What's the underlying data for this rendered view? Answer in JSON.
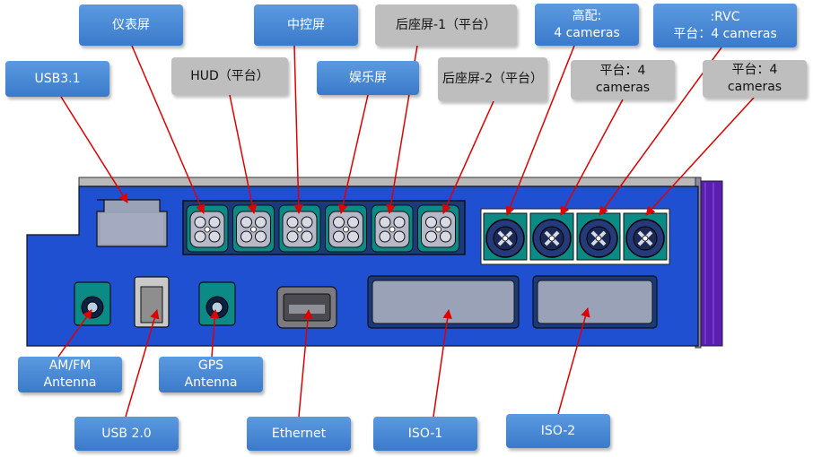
{
  "labels": {
    "usb31": "USB3.1",
    "cluster": "仪表屏",
    "hud": "HUD（平台）",
    "center": "中控屏",
    "entertainment": "娱乐屏",
    "rear1": "后座屏-1（平台）",
    "rear2": "后座屏-2（平台）",
    "high4cam": "高配:\n4 cameras",
    "rvc": ":RVC\n平台：4 cameras",
    "platform4a": "平台：4\ncameras",
    "platform4b": "平台：4\ncameras",
    "amfm": "AM/FM\nAntenna",
    "gps": "GPS\nAntenna",
    "usb20": "USB 2.0",
    "ethernet": "Ethernet",
    "iso1": "ISO-1",
    "iso2": "ISO-2"
  },
  "colors": {
    "board": "#1f50d2",
    "label_blue": "#3a7acb",
    "label_gray": "#bebebe",
    "arrow": "#e00000",
    "side_plate": "#5a1fb0"
  }
}
